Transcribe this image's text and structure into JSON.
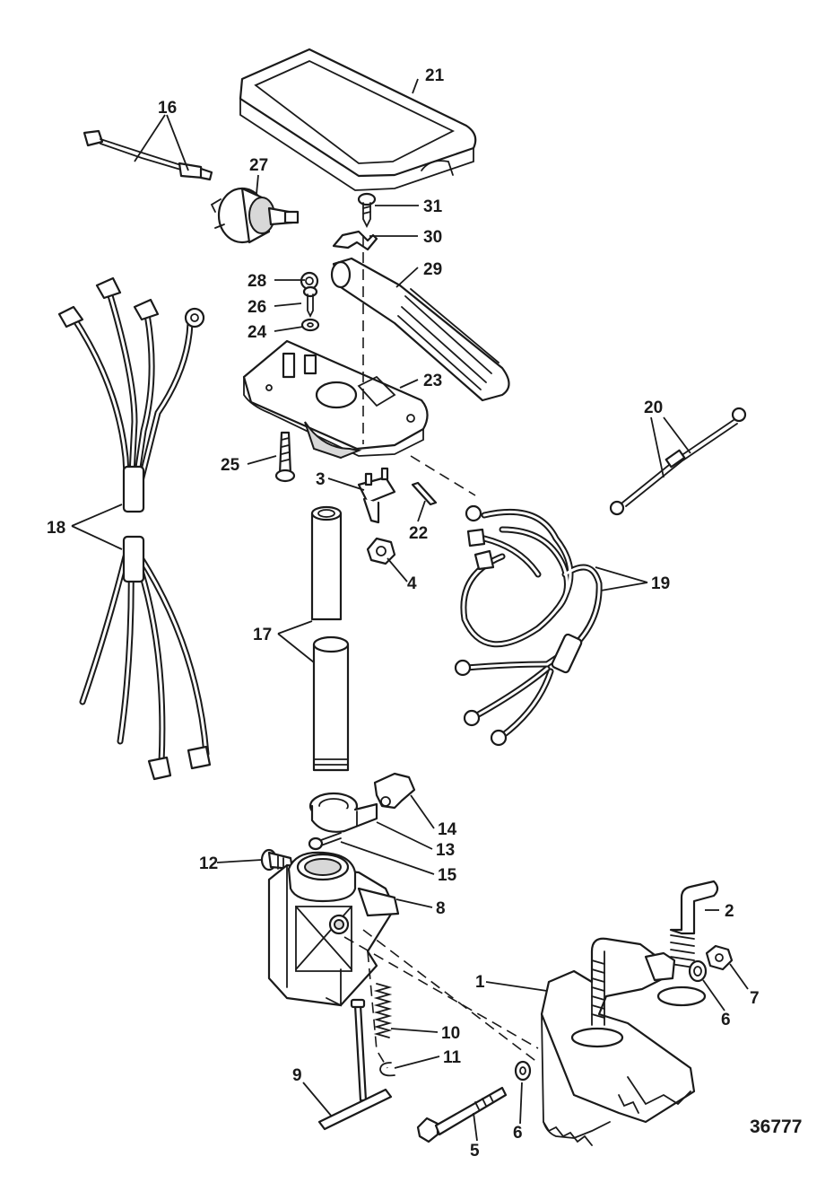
{
  "diagram": {
    "reference_number": "36777",
    "callouts": {
      "c1": "1",
      "c2": "2",
      "c3": "3",
      "c4": "4",
      "c5": "5",
      "c6a": "6",
      "c6b": "6",
      "c7": "7",
      "c8": "8",
      "c9": "9",
      "c10": "10",
      "c11": "11",
      "c12": "12",
      "c13": "13",
      "c14": "14",
      "c15": "15",
      "c16": "16",
      "c17": "17",
      "c18": "18",
      "c19": "19",
      "c20": "20",
      "c21": "21",
      "c22": "22",
      "c23": "23",
      "c24": "24",
      "c25": "25",
      "c26": "26",
      "c27": "27",
      "c28": "28",
      "c29": "29",
      "c30": "30",
      "c31": "31"
    }
  }
}
